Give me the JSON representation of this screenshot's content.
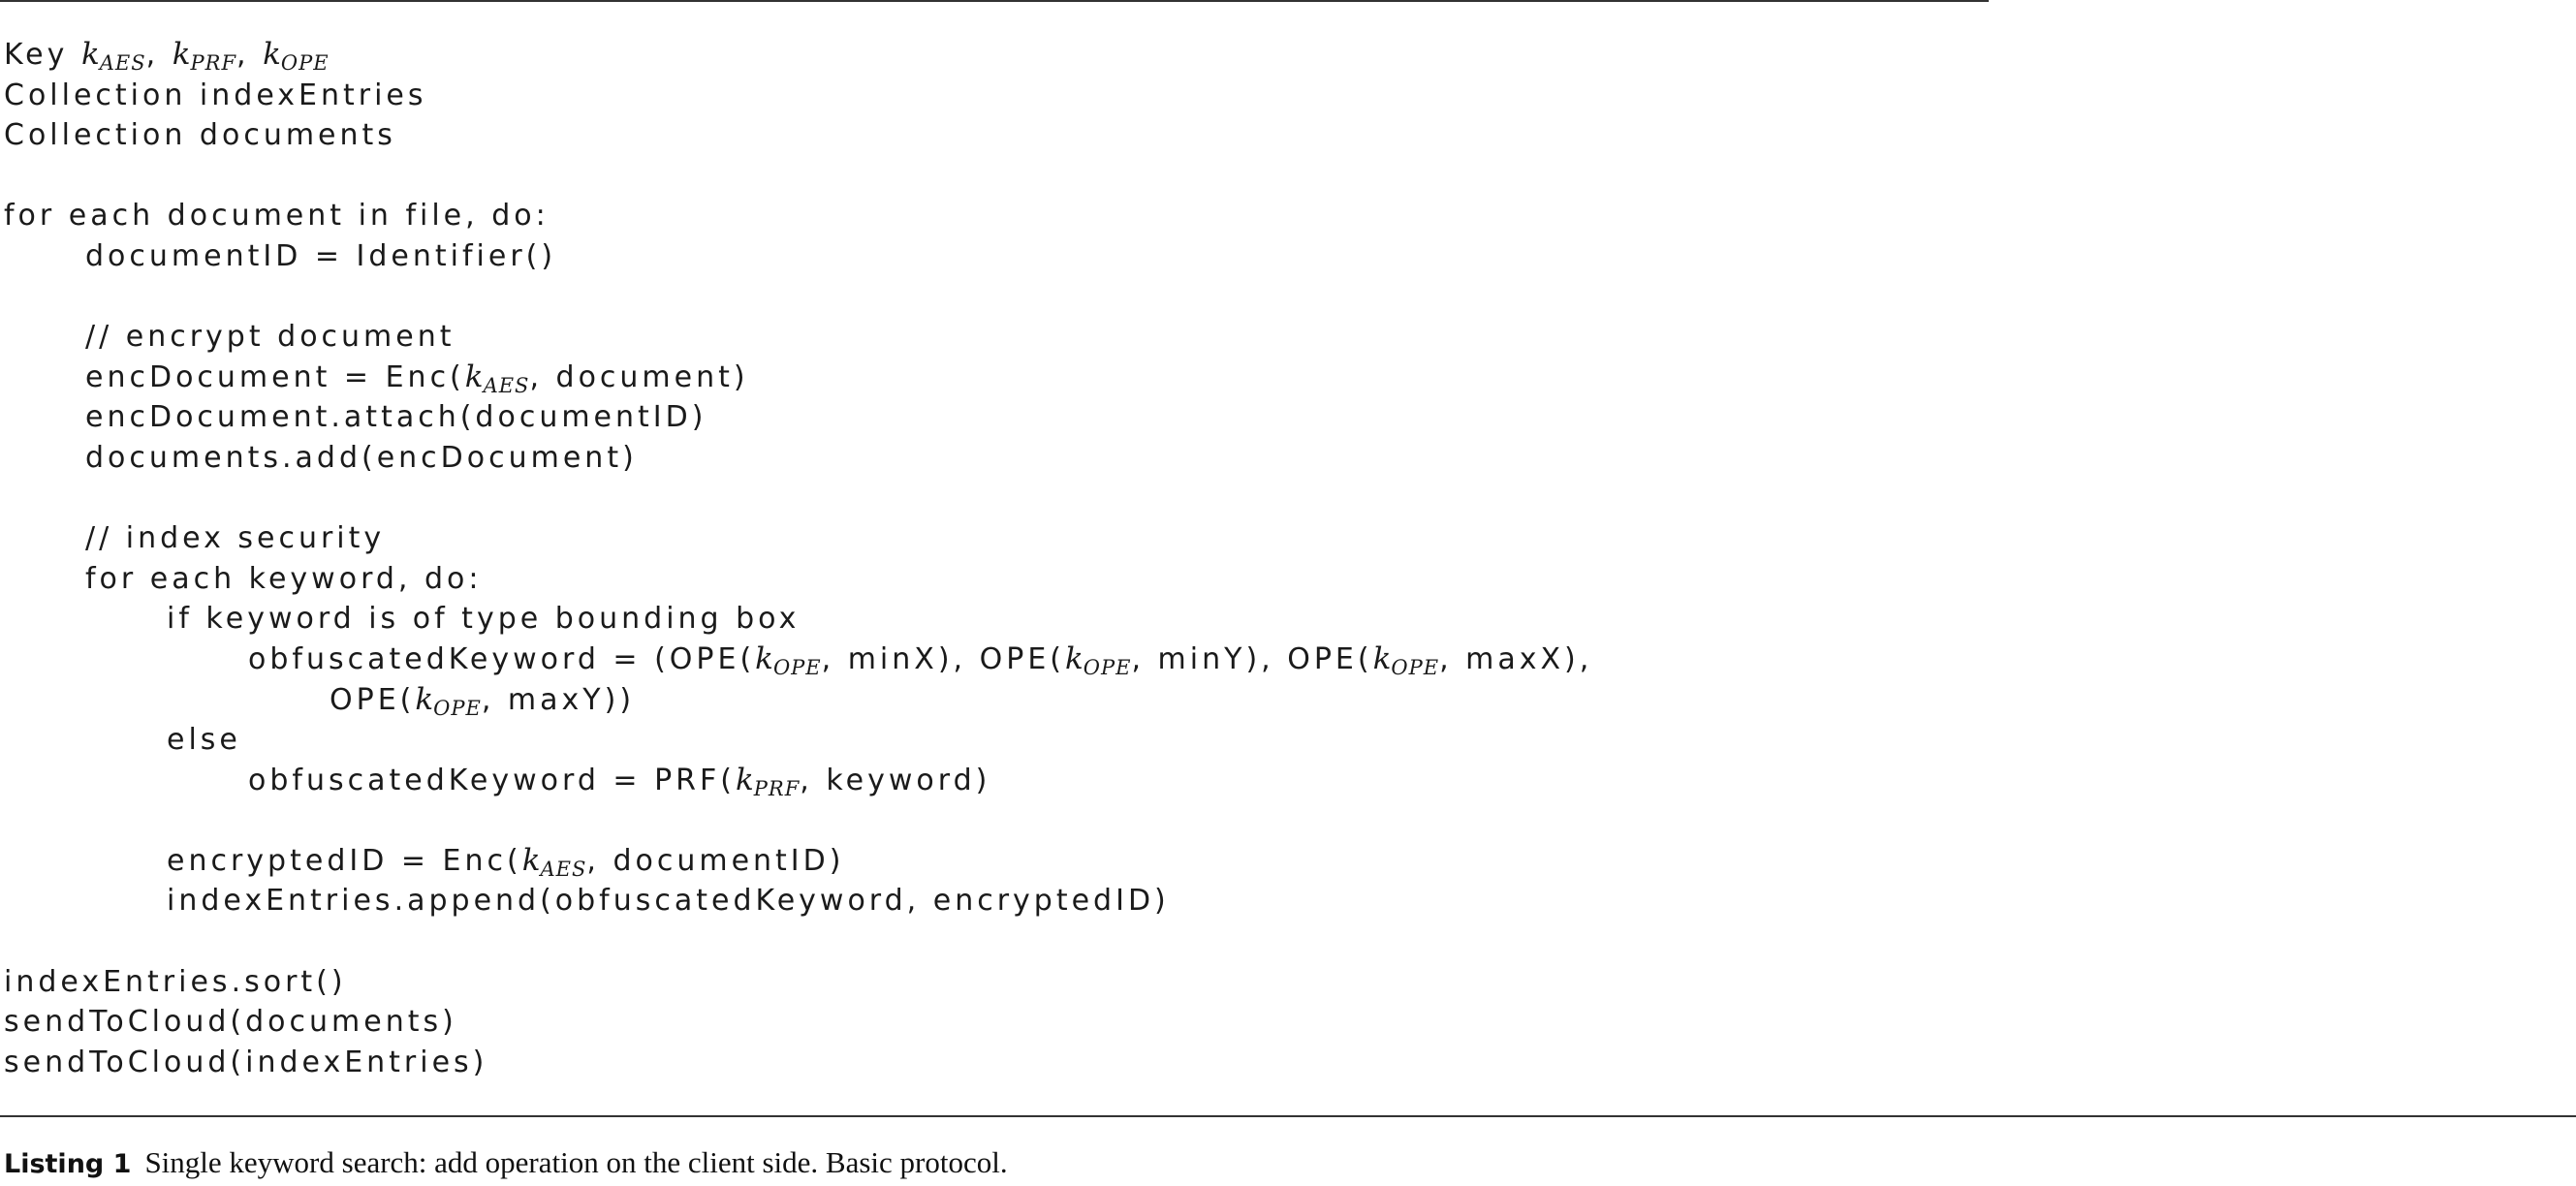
{
  "listing": {
    "lines": [
      {
        "indent": 0,
        "parts": [
          {
            "t": "Key "
          },
          {
            "m": "k",
            "sub": "AES"
          },
          {
            "t": ", "
          },
          {
            "m": "k",
            "sub": "PRF"
          },
          {
            "t": ", "
          },
          {
            "m": "k",
            "sub": "OPE"
          }
        ]
      },
      {
        "indent": 0,
        "parts": [
          {
            "t": "Collection indexEntries"
          }
        ]
      },
      {
        "indent": 0,
        "parts": [
          {
            "t": "Collection documents"
          }
        ]
      },
      {
        "indent": 0,
        "parts": []
      },
      {
        "indent": 0,
        "parts": [
          {
            "t": "for each document in file, do:"
          }
        ]
      },
      {
        "indent": 1,
        "parts": [
          {
            "t": "documentID = Identifier()"
          }
        ]
      },
      {
        "indent": 0,
        "parts": []
      },
      {
        "indent": 1,
        "parts": [
          {
            "t": "// encrypt document"
          }
        ]
      },
      {
        "indent": 1,
        "parts": [
          {
            "t": "encDocument = Enc("
          },
          {
            "m": "k",
            "sub": "AES"
          },
          {
            "t": ", document)"
          }
        ]
      },
      {
        "indent": 1,
        "parts": [
          {
            "t": "encDocument.attach(documentID)"
          }
        ]
      },
      {
        "indent": 1,
        "parts": [
          {
            "t": "documents.add(encDocument)"
          }
        ]
      },
      {
        "indent": 0,
        "parts": []
      },
      {
        "indent": 1,
        "parts": [
          {
            "t": "// index security"
          }
        ]
      },
      {
        "indent": 1,
        "parts": [
          {
            "t": "for each keyword, do:"
          }
        ]
      },
      {
        "indent": 2,
        "parts": [
          {
            "t": "if keyword is of type bounding box"
          }
        ]
      },
      {
        "indent": 3,
        "parts": [
          {
            "t": "obfuscatedKeyword = (OPE("
          },
          {
            "m": "k",
            "sub": "OPE"
          },
          {
            "t": ", minX), OPE("
          },
          {
            "m": "k",
            "sub": "OPE"
          },
          {
            "t": ", minY), OPE("
          },
          {
            "m": "k",
            "sub": "OPE"
          },
          {
            "t": ", maxX),"
          }
        ]
      },
      {
        "indent": 4,
        "parts": [
          {
            "t": "OPE("
          },
          {
            "m": "k",
            "sub": "OPE"
          },
          {
            "t": ", maxY))"
          }
        ]
      },
      {
        "indent": 2,
        "parts": [
          {
            "t": "else"
          }
        ]
      },
      {
        "indent": 3,
        "parts": [
          {
            "t": "obfuscatedKeyword = PRF("
          },
          {
            "m": "k",
            "sub": "PRF"
          },
          {
            "t": ", keyword)"
          }
        ]
      },
      {
        "indent": 0,
        "parts": []
      },
      {
        "indent": 2,
        "parts": [
          {
            "t": "encryptedID = Enc("
          },
          {
            "m": "k",
            "sub": "AES"
          },
          {
            "t": ", documentID)"
          }
        ]
      },
      {
        "indent": 2,
        "parts": [
          {
            "t": "indexEntries.append(obfuscatedKeyword, encryptedID)"
          }
        ]
      },
      {
        "indent": 0,
        "parts": []
      },
      {
        "indent": 0,
        "parts": [
          {
            "t": "indexEntries.sort()"
          }
        ]
      },
      {
        "indent": 0,
        "parts": [
          {
            "t": "sendToCloud(documents)"
          }
        ]
      },
      {
        "indent": 0,
        "parts": [
          {
            "t": "sendToCloud(indexEntries)"
          }
        ]
      }
    ]
  },
  "caption": {
    "label": "Listing 1",
    "text": "Single keyword search: add operation on the client side. Basic protocol."
  }
}
